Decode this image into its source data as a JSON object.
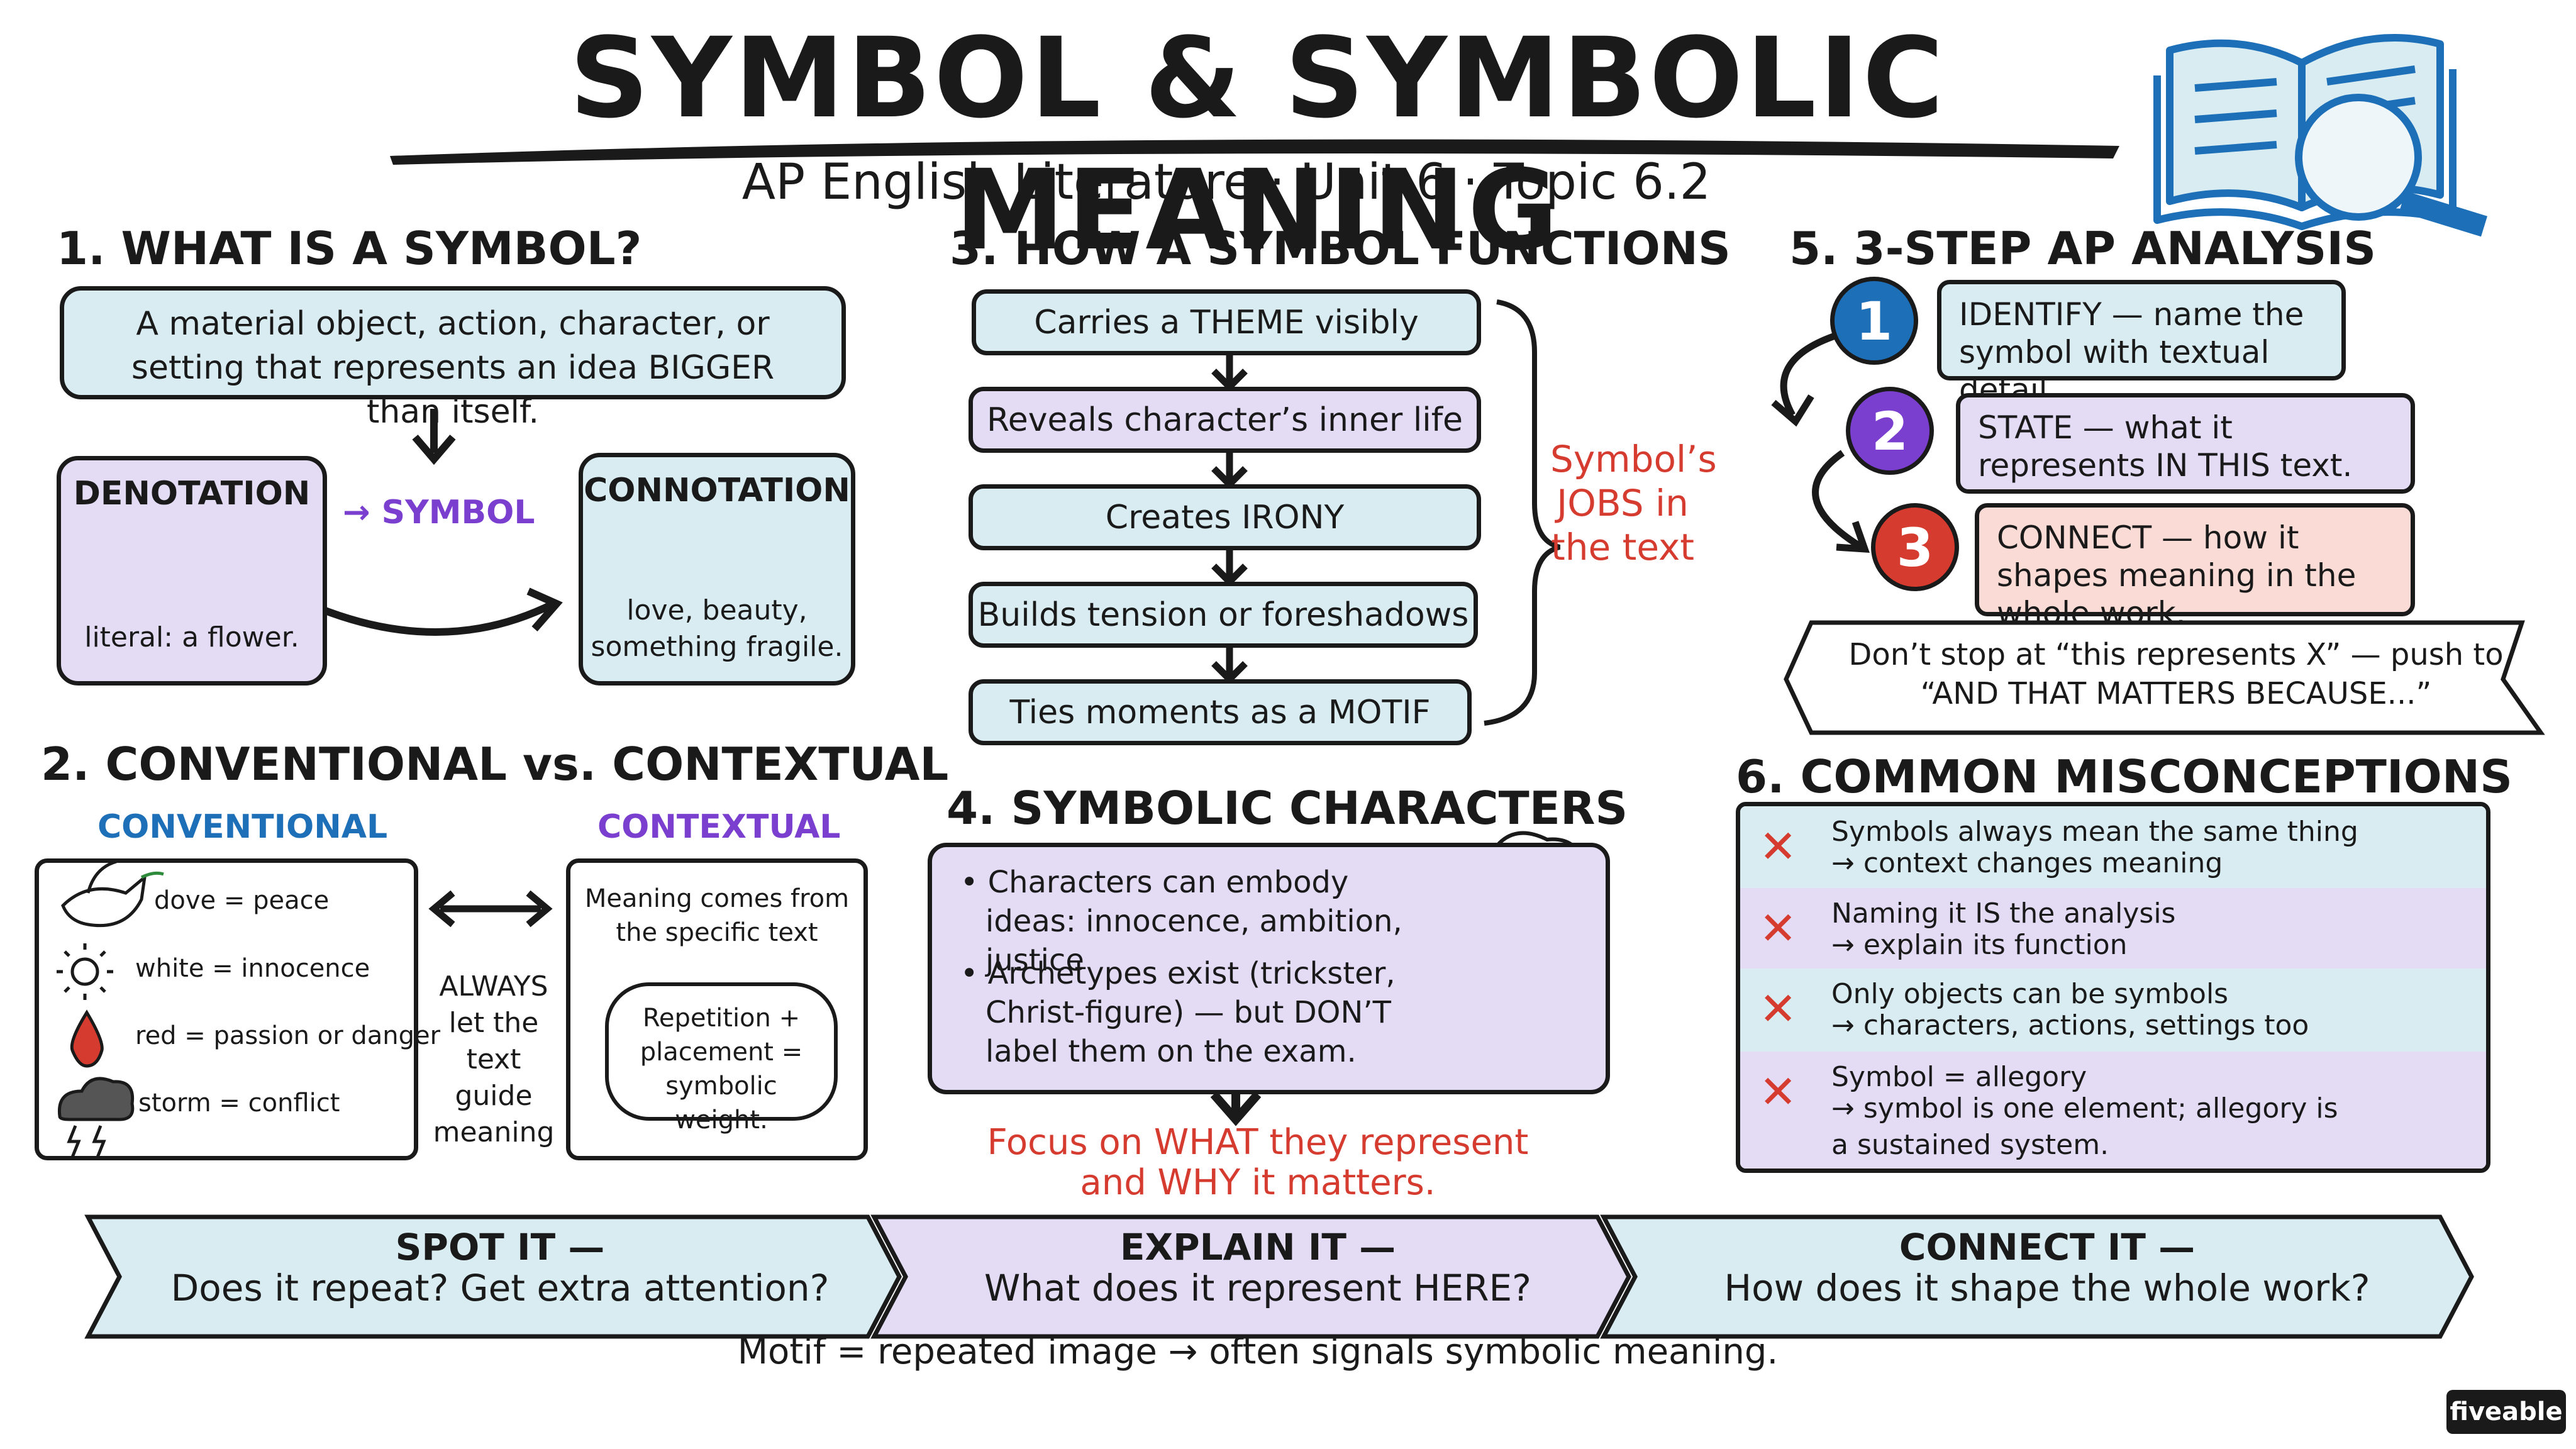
{
  "header": {
    "title": "SYMBOL & SYMBOLIC MEANING",
    "subtitle": "AP English Literature · Unit 6 · Topic 6.2"
  },
  "section1": {
    "heading": "1. WHAT IS A SYMBOL?",
    "definition": "A material object, action, character, or setting that represents an idea BIGGER than itself.",
    "denotation_title": "DENOTATION",
    "denotation_caption": "literal: a flower.",
    "arrow_label": "→ SYMBOL",
    "connotation_title": "CONNOTATION",
    "connotation_caption": "love, beauty, something fragile."
  },
  "section2": {
    "heading": "2. CONVENTIONAL vs. CONTEXTUAL",
    "conventional_label": "CONVENTIONAL",
    "contextual_label": "CONTEXTUAL",
    "conventional_items": [
      {
        "icon": "dove-icon",
        "text": "dove = peace"
      },
      {
        "icon": "sun-icon",
        "text": "white = innocence"
      },
      {
        "icon": "drop-icon",
        "text": "red = passion or danger"
      },
      {
        "icon": "storm-cloud-icon",
        "text": "storm = conflict"
      }
    ],
    "always_note": "ALWAYS let the text guide meaning",
    "contextual_text": "Meaning comes from the specific text",
    "contextual_bubble": "Repetition + placement = symbolic weight."
  },
  "section3": {
    "heading": "3. HOW A SYMBOL FUNCTIONS",
    "steps": [
      "Carries a THEME visibly",
      "Reveals character’s inner life",
      "Creates IRONY",
      "Builds tension or foreshadows",
      "Ties moments as a MOTIF"
    ],
    "brace_label": "Symbol’s JOBS in the text"
  },
  "section4": {
    "heading": "4. SYMBOLIC CHARACTERS",
    "bullets": [
      "Characters can embody ideas: innocence, ambition, justice",
      "Archetypes exist (trickster, Christ-figure) — but DON’T label them on the exam."
    ],
    "focus_note": "Focus on WHAT they represent and WHY it matters."
  },
  "section5": {
    "heading": "5. 3-STEP AP ANALYSIS",
    "steps": [
      {
        "num": "1",
        "text": "IDENTIFY — name the symbol with textual detail."
      },
      {
        "num": "2",
        "text": "STATE — what it represents IN THIS text."
      },
      {
        "num": "3",
        "text": "CONNECT — how it shapes meaning in the whole work."
      }
    ],
    "banner": "Don’t stop at “this represents X” — push to “AND THAT MATTERS BECAUSE...”"
  },
  "section6": {
    "heading": "6. COMMON MISCONCEPTIONS",
    "items": [
      {
        "line1": "Symbols always mean the same thing",
        "line2": "→ context changes meaning"
      },
      {
        "line1": "Naming it IS the analysis",
        "line2": "→ explain its function"
      },
      {
        "line1": "Only objects can be symbols",
        "line2": "→ characters, actions, settings too"
      },
      {
        "line1": "Symbol = allegory",
        "line2": "→ symbol is one element; allegory is a sustained system."
      }
    ]
  },
  "footer": {
    "arrows": [
      {
        "title": "SPOT IT —",
        "text": "Does it repeat? Get extra attention?"
      },
      {
        "title": "EXPLAIN IT —",
        "text": "What does it represent HERE?"
      },
      {
        "title": "CONNECT IT —",
        "text": "How does it shape the whole work?"
      }
    ],
    "motif_note": "Motif = repeated image → often signals symbolic meaning.",
    "brand": "fiveable"
  },
  "colors": {
    "blue_fill": "#d8ecf1",
    "purple_fill": "#e4dcf5",
    "pink_fill": "#fadbd5",
    "accent_blue": "#1d6fb8",
    "accent_purple": "#7b3fd0",
    "accent_red": "#d63b2f"
  }
}
